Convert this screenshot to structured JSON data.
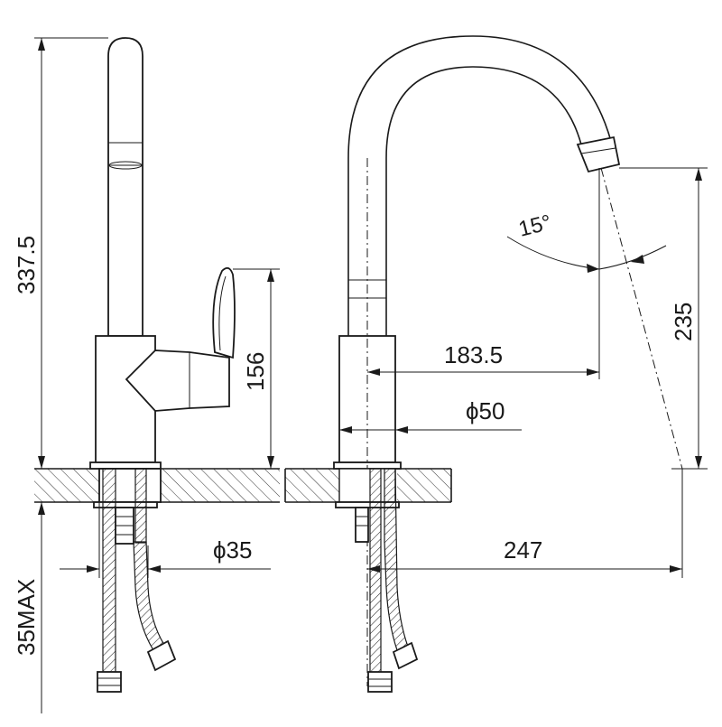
{
  "drawing": {
    "subject": "kitchen faucet technical drawing",
    "dimensions": {
      "overall_height": "337.5",
      "handle_height": "156",
      "mount_max": "35MAX",
      "hole_diameter": "ϕ35",
      "spout_height": "235",
      "spout_reach": "183.5",
      "spout_angle": "15°",
      "base_diameter": "ϕ50",
      "total_reach": "247"
    }
  },
  "colors": {
    "line": "#1a1a1a",
    "background": "#ffffff"
  }
}
